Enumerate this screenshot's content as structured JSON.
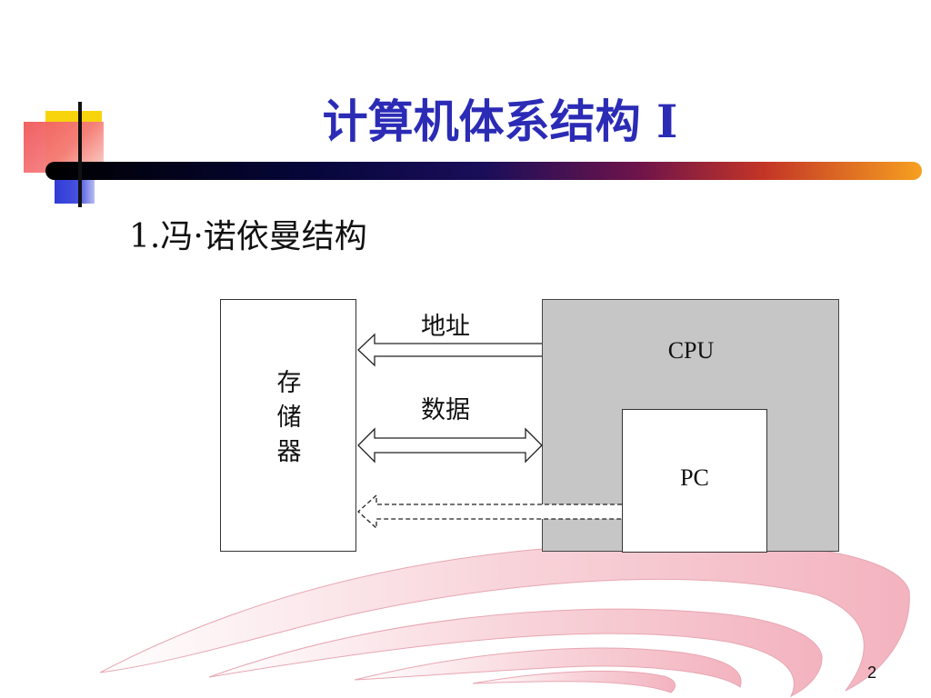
{
  "slide": {
    "title": "计算机体系结构 I",
    "subtitle": "1.冯·诺依曼结构",
    "page_number": "2"
  },
  "diagram": {
    "memory": {
      "label_chars": [
        "存",
        "储",
        "器"
      ]
    },
    "cpu": {
      "label": "CPU"
    },
    "pc": {
      "label": "PC"
    },
    "address_bus": {
      "label": "地址"
    },
    "data_bus": {
      "label": "数据"
    }
  },
  "colors": {
    "title": "#2b2bb6",
    "cpu_fill": "#c6c6c6",
    "swirl": "#f6c9d0"
  }
}
